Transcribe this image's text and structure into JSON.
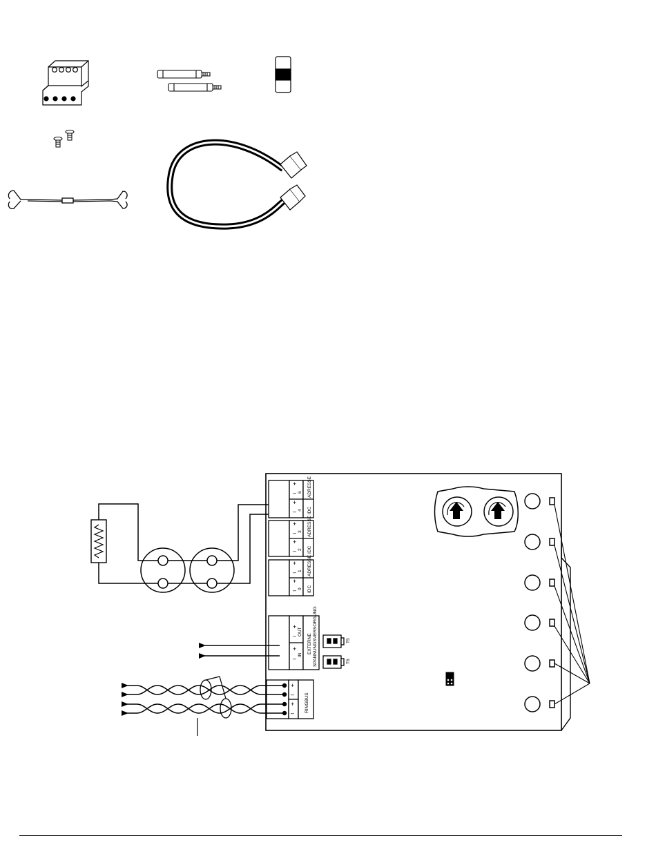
{
  "board": {
    "terminals": [
      {
        "id": "a",
        "plus": "+",
        "minus": "–",
        "num_top": "6",
        "num_bottom": "4",
        "tag": "IDC",
        "label": "ADRESSE"
      },
      {
        "id": "b",
        "plus": "+",
        "minus": "–",
        "num_top": "3",
        "num_bottom": "2",
        "tag": "IDC",
        "label": "ADRESSE"
      },
      {
        "id": "c",
        "plus": "+",
        "minus": "–",
        "num_top": "1",
        "num_bottom": "0",
        "tag": "IDC",
        "label": "ADRESSE"
      }
    ],
    "power_terminal": {
      "out_label": "OUT",
      "in_label": "IN",
      "label_line1": "EXTERNE",
      "label_line2": "SPANNUNGSVERSORGUNG",
      "plus": "+",
      "minus": "–"
    },
    "jumpers": {
      "t5": "T5",
      "t6": "T6"
    },
    "ringbus": {
      "label": "RINGBUS",
      "plus": "+",
      "minus": "–"
    }
  },
  "colors": {
    "ink": "#000000",
    "paper": "#ffffff"
  }
}
